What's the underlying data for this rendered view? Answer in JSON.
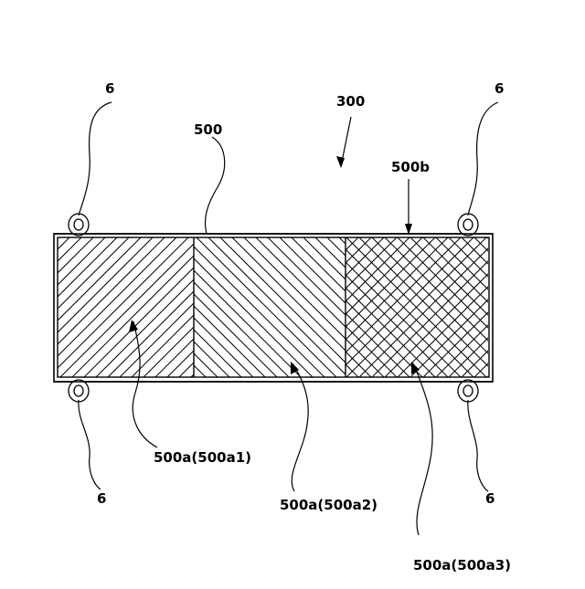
{
  "labels": {
    "assembly": "300",
    "panel": "500",
    "frame": "500b",
    "clip_tl": "6",
    "clip_tr": "6",
    "clip_bl": "6",
    "clip_br": "6",
    "section_1": "500a(500a1)",
    "section_2": "500a(500a2)",
    "section_3": "500a(500a3)"
  },
  "hatching": {
    "section_1": "diagonal-left-leaning",
    "section_2": "diagonal-right-leaning",
    "section_3": "cross-hatch"
  },
  "colors": {
    "line": "#000000",
    "background": "#ffffff"
  }
}
